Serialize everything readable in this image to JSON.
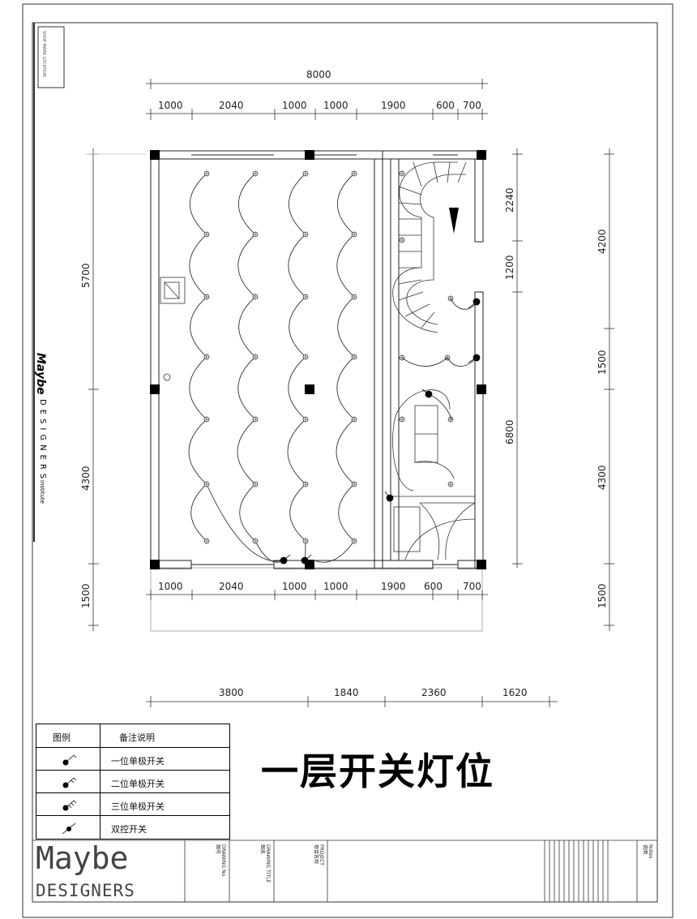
{
  "drawing": {
    "title": "一层开关灯位",
    "logo_big": "Maybe",
    "logo_small": "DESIGNERS",
    "side_brand": "Maybe",
    "side_brand_sub": "DESIGNERS",
    "side_brand_tail": "institute",
    "stamp_text": "SHOP MARK LOCATION"
  },
  "dimensions": {
    "top_total": "8000",
    "top_segments": [
      "1000",
      "2040",
      "1000",
      "1000",
      "1900",
      "600",
      "700"
    ],
    "bottom_segments": [
      "1000",
      "2040",
      "1000",
      "1000",
      "1900",
      "600",
      "700"
    ],
    "lower_segments": [
      "3800",
      "1840",
      "2360",
      "1620"
    ],
    "left_segments": [
      "5700",
      "4300",
      "1500"
    ],
    "right_inner": [
      "2240",
      "1200",
      "6800"
    ],
    "right_outer": [
      "4200",
      "1500",
      "4300",
      "1500"
    ]
  },
  "legend": {
    "col_symbol": "图例",
    "col_note": "备注说明",
    "rows": [
      "一位单极开关",
      "二位单极开关",
      "三位单极开关",
      "双控开关"
    ]
  },
  "title_block": {
    "drawing_no_en": "DRAWING No",
    "drawing_no_cn": "图号",
    "drawing_title_en": "DRAWING TITLE",
    "drawing_title_cn": "图名",
    "project_en": "PROJECT",
    "project_cn": "项目名称",
    "notes_en": "Notes",
    "notes_cn": "说明"
  }
}
